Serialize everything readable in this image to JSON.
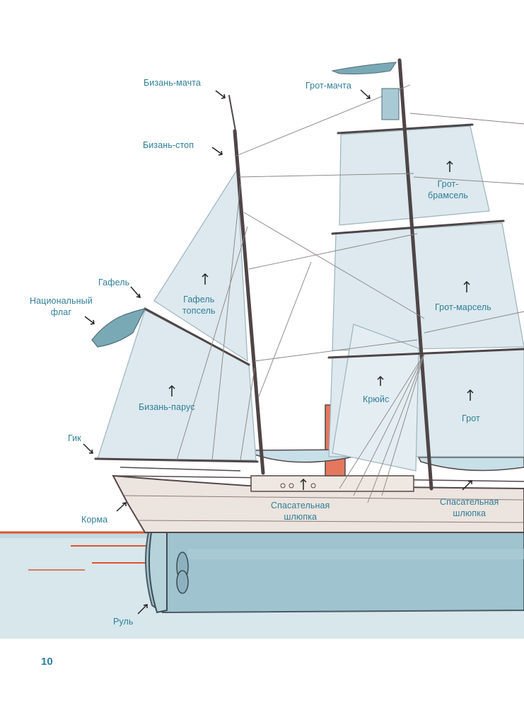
{
  "labels": {
    "bizan_machta": "Бизань-мачта",
    "bizan_stop": "Бизань-стоп",
    "gafel": "Гафель",
    "nacionalny_flag": "Национальный\nфлаг",
    "gafel_topsel": "Гафель\nтопсель",
    "bizan_parus": "Бизань-парус",
    "gik": "Гик",
    "korma": "Корма",
    "rul": "Руль",
    "grot_machta": "Грот-мачта",
    "grot_bramsel": "Грот-\nбрамсель",
    "grot_marsel": "Грот-марсель",
    "kryuys": "Крюйс",
    "grot": "Грот",
    "spasatelnaya_shlyupka_1": "Спасательная\nшлюпка",
    "spasatelnaya_shlyupka_2": "Спасательная\nшлюпка"
  },
  "page_number": "10",
  "colors": {
    "label": "#2f7e98",
    "sail": "#dde9ee",
    "sea": "#c9dde3",
    "hull": "#ece4de",
    "waterline": "#e0532f",
    "funnel": "#e5775e",
    "rope": "#6b6366"
  }
}
